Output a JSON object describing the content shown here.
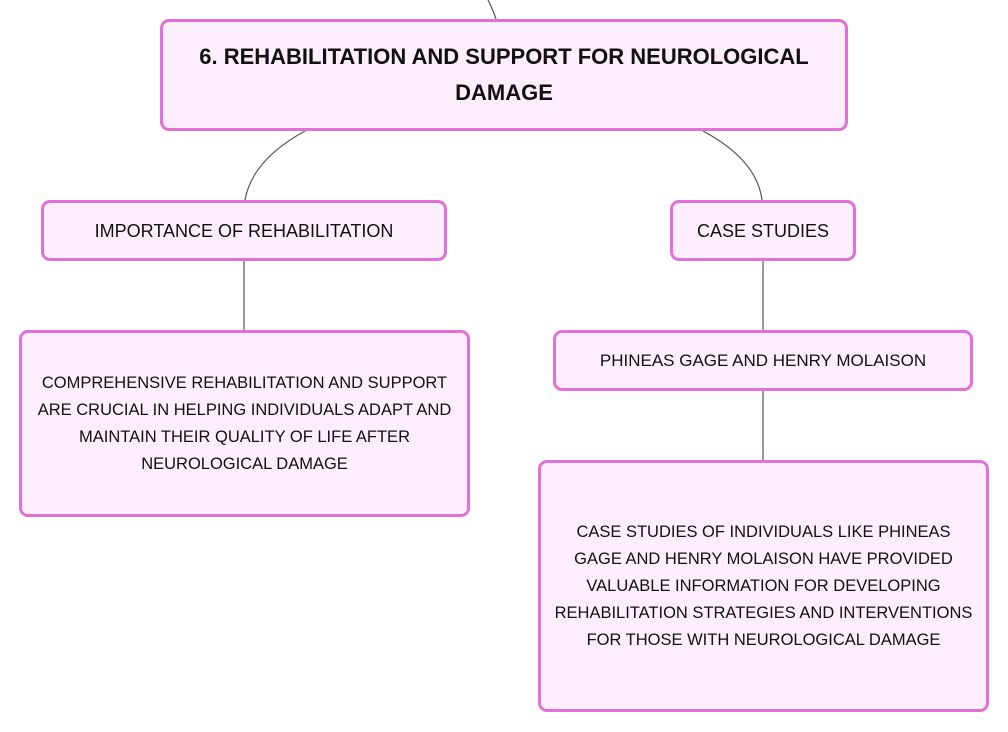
{
  "diagram": {
    "root": {
      "title": "6. REHABILITATION AND SUPPORT FOR NEUROLOGICAL DAMAGE"
    },
    "branches": {
      "importance": {
        "label": "IMPORTANCE OF REHABILITATION",
        "detail": "COMPREHENSIVE REHABILITATION AND SUPPORT ARE CRUCIAL IN HELPING INDIVIDUALS ADAPT AND MAINTAIN THEIR QUALITY OF LIFE AFTER NEUROLOGICAL DAMAGE"
      },
      "case_studies": {
        "label": "CASE STUDIES",
        "subtopic": "PHINEAS GAGE AND HENRY MOLAISON",
        "detail": "CASE STUDIES OF INDIVIDUALS LIKE PHINEAS GAGE AND HENRY MOLAISON HAVE PROVIDED VALUABLE INFORMATION FOR DEVELOPING REHABILITATION STRATEGIES AND INTERVENTIONS FOR THOSE WITH NEUROLOGICAL DAMAGE"
      }
    }
  },
  "colors": {
    "node_fill": "#fdeefb",
    "node_border": "#e36fd9",
    "connector": "#555555",
    "text": "#111111"
  }
}
